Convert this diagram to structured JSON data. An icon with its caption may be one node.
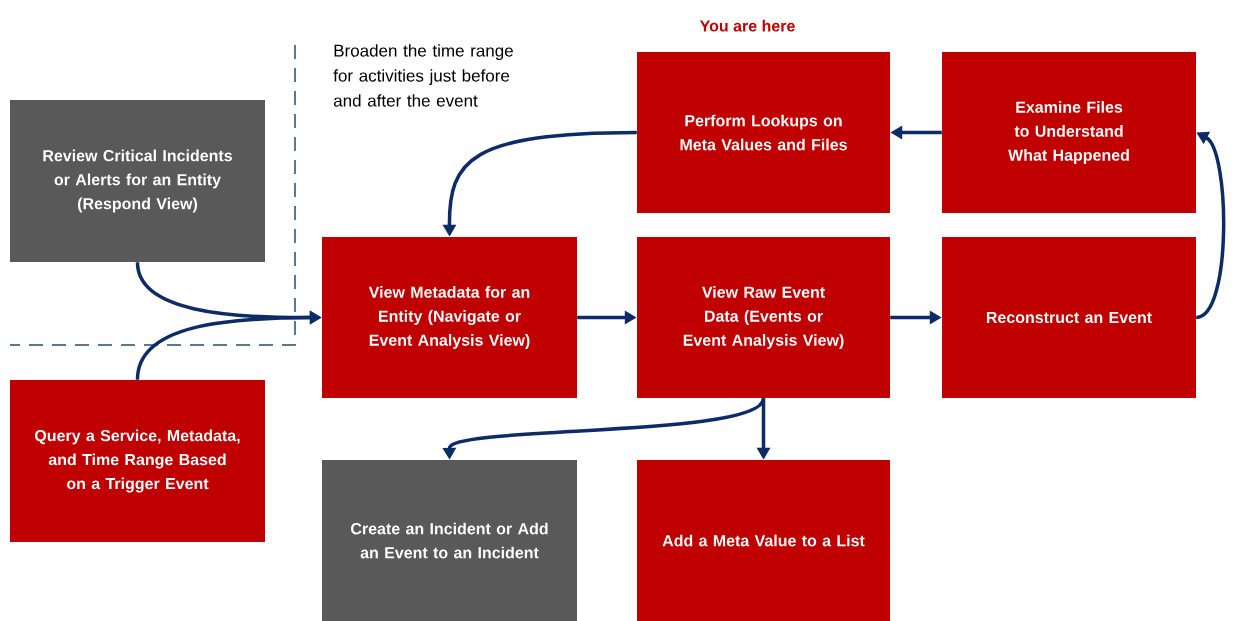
{
  "diagram": {
    "nodes": [
      {
        "text": [
          "Review Critical Incidents or Alerts for an Entity (Respond View)"
        ]
      },
      {
        "text": [
          "Query a Service, Metadata, and Time Range Based on a Trigger Event"
        ]
      },
      {
        "text": [
          "View Metadata for an Entity (Navigate or Event Analysis View)"
        ]
      },
      {
        "text": [
          "Perform Lookups on Meta Values and Files"
        ],
        "beside": [
          "You are here"
        ]
      },
      {
        "text": [
          "Examine Files to Understand What Happened"
        ]
      },
      {
        "text": [
          "View Raw Event Data (Events or Event Analysis View)"
        ]
      },
      {
        "text": [
          "Reconstruct an Event"
        ]
      },
      {
        "text": [
          "Create an Incident or Add an Event to an Incident"
        ]
      },
      {
        "text": [
          "Add a Meta Value to a List"
        ]
      }
    ],
    "edges": [
      {
        "from": 0,
        "to": 2,
        "arrow": "to"
      },
      {
        "from": 1,
        "to": 2,
        "arrow": "to"
      },
      {
        "from": 3,
        "to": 2,
        "arrow": "to"
      },
      {
        "from": 2,
        "to": 5,
        "arrow": "to"
      },
      {
        "from": 5,
        "to": 6,
        "arrow": "to"
      },
      {
        "from": 6,
        "to": 4,
        "arrow": "to"
      },
      {
        "from": 4,
        "to": 3,
        "arrow": "to"
      },
      {
        "from": 5,
        "to": 7,
        "arrow": "to"
      },
      {
        "from": 5,
        "to": 8,
        "arrow": "to"
      }
    ],
    "labels": [
      "Broaden the time range for activities just before and after the event"
    ]
  }
}
